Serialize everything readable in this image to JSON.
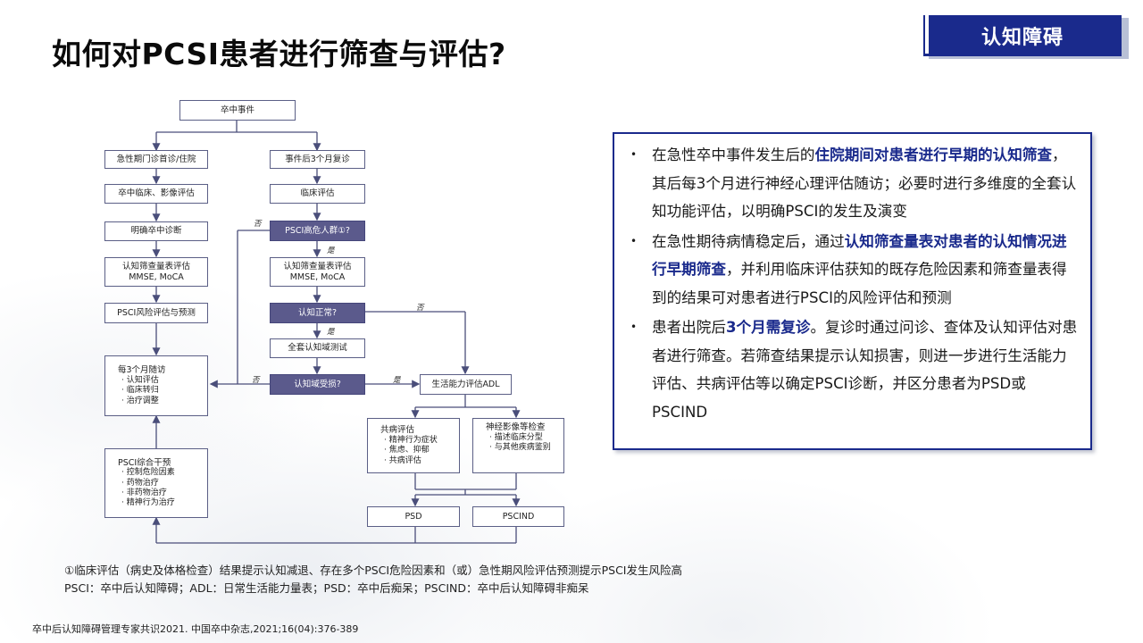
{
  "title": "如何对PCSI患者进行筛查与评估?",
  "badge": "认知障碍",
  "flowchart": {
    "start": "卒中事件",
    "left": {
      "n1": "急性期门诊首诊/住院",
      "n2": "卒中临床、影像评估",
      "n3": "明确卒中诊断",
      "n4": [
        "认知筛查量表评估",
        "MMSE, MoCA"
      ],
      "n5": "PSCI风险评估与预测",
      "n6_title": "每3个月随访",
      "n6_items": [
        "·  认知评估",
        "·  临床转归",
        "·  治疗调整"
      ],
      "n7_title": "PSCI综合干预",
      "n7_items": [
        "·  控制危险因素",
        "·  药物治疗",
        "·  非药物治疗",
        "·  精神行为治疗"
      ]
    },
    "right": {
      "n1": "事件后3个月复诊",
      "n2": "临床评估",
      "n3": "PSCI高危人群①?",
      "n4": [
        "认知筛查量表评估",
        "MMSE, MoCA"
      ],
      "n5": "认知正常?",
      "n6": "全套认知域测试",
      "n7": "认知域受损?",
      "adl": "生活能力评估ADL",
      "co_title": "共病评估",
      "co_items": [
        "·  精神行为症状",
        "·  焦虑、抑郁",
        "·  共病评估"
      ],
      "img_title": "神经影像等检查",
      "img_items": [
        "·  描述临床分型",
        "·  与其他疾病鉴别"
      ],
      "psd": "PSD",
      "pscind": "PSCIND"
    },
    "labels": {
      "no": "否",
      "yes": "是"
    }
  },
  "panel": {
    "b1": {
      "p1": "在急性卒中事件发生后的",
      "e1": "住院期间对患者进行早期的认知筛查",
      "p2": "，其后每3个月进行神经心理评估随访；必要时进行多维度的全套认知功能评估，以明确PSCI的发生及演变"
    },
    "b2": {
      "p1": "在急性期待病情稳定后，通过",
      "e1": "认知筛查量表对患者的认知情况进行早期筛查",
      "p2": "，并利用临床评估获知的既存危险因素和筛查量表得到的结果可对患者进行PSCI的风险评估和预测"
    },
    "b3": {
      "p1": "患者出院后",
      "e1": "3个月需复诊",
      "p2": "。复诊时通过问诊、查体及认知评估对患者进行筛查。若筛查结果提示认知损害，则进一步进行生活能力评估、共病评估等以确定PSCI诊断，并区分患者为PSD或PSCIND"
    }
  },
  "footnotes": {
    "f1": "①临床评估（病史及体格检查）结果提示认知减退、存在多个PSCI危险因素和（或）急性期风险评估预测提示PSCI发生风险高",
    "f2": "PSCI：卒中后认知障碍；ADL：日常生活能力量表；PSD：卒中后痴呆；PSCIND：卒中后认知障碍非痴呆"
  },
  "reference": "卒中后认知障碍管理专家共识2021. 中国卒中杂志,2021;16(04):376-389",
  "colors": {
    "primary": "#1a2a8c",
    "node_dark": "#5b5a8c",
    "line": "#4a4e7a"
  }
}
